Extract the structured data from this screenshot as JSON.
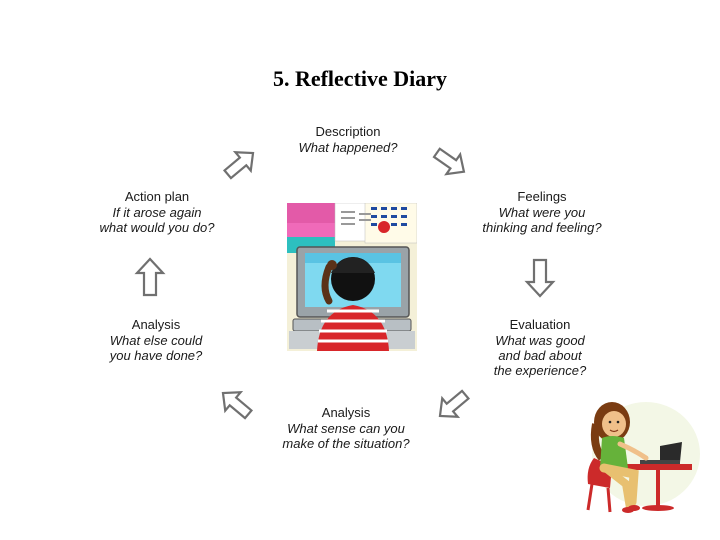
{
  "title": "5. Reflective Diary",
  "cycle": {
    "description": {
      "heading": "Description",
      "question": "What happened?"
    },
    "feelings": {
      "heading": "Feelings",
      "question_line1": "What were you",
      "question_line2": "thinking and feeling?"
    },
    "evaluation": {
      "heading": "Evaluation",
      "question_line1": "What was good",
      "question_line2": "and bad about",
      "question_line3": "the experience?"
    },
    "analysis_bottom": {
      "heading": "Analysis",
      "question_line1": "What sense can you",
      "question_line2": "make of the situation?"
    },
    "analysis_left": {
      "heading": "Analysis",
      "question_line1": "What else could",
      "question_line2": "you have done?"
    },
    "action_plan": {
      "heading": "Action plan",
      "question_line1": "If it arose again",
      "question_line2": "what would you do?"
    }
  },
  "colors": {
    "arrow_fill": "#ffffff",
    "arrow_stroke": "#707070"
  }
}
